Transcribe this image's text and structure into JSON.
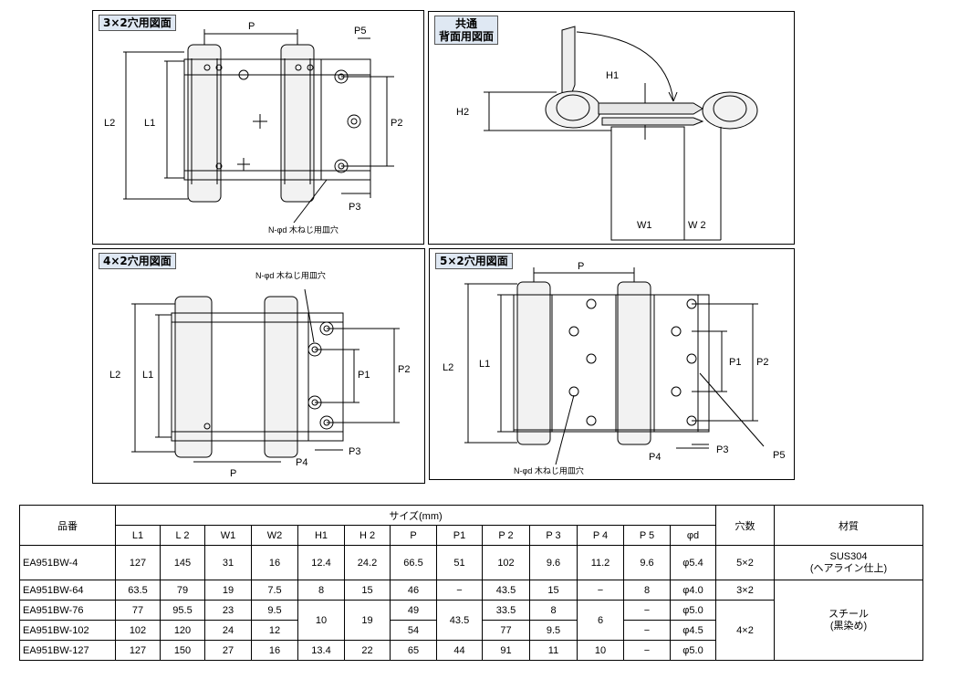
{
  "panels": {
    "p1": {
      "title": "3×2穴用図面",
      "dims": {
        "P": "P",
        "P5": "P5",
        "L2": "L2",
        "L1": "L1",
        "P2": "P2",
        "P3": "P3"
      },
      "note": "N-φd 木ねじ用皿穴"
    },
    "p2": {
      "title": "共通\n背面用図面",
      "dims": {
        "H1": "H1",
        "H2": "H2",
        "W1": "W1",
        "W2": "W 2"
      }
    },
    "p3": {
      "title": "4×2穴用図面",
      "dims": {
        "L2": "L2",
        "L1": "L1",
        "P1": "P1",
        "P2": "P2",
        "P3": "P3",
        "P4": "P4",
        "P": "P"
      },
      "note": "N-φd 木ねじ用皿穴"
    },
    "p4": {
      "title": "5×2穴用図面",
      "dims": {
        "P": "P",
        "L2": "L2",
        "L1": "L1",
        "P1": "P1",
        "P2": "P2",
        "P3": "P3",
        "P4": "P4",
        "P5": "P5"
      },
      "note": "N-φd 木ねじ用皿穴"
    }
  },
  "table": {
    "h_part": "品番",
    "h_size": "サイズ(mm)",
    "h_holes": "穴数",
    "h_material": "材質",
    "cols": [
      "L1",
      "L 2",
      "W1",
      "W2",
      "H1",
      "H 2",
      "P",
      "P1",
      "P 2",
      "P 3",
      "P 4",
      "P 5",
      "φd"
    ],
    "r1": {
      "part": "EA951BW-4",
      "v": [
        "127",
        "145",
        "31",
        "16",
        "12.4",
        "24.2",
        "66.5",
        "51",
        "102",
        "9.6",
        "11.2",
        "9.6",
        "φ5.4"
      ],
      "holes": "5×2",
      "mat1": "SUS304",
      "mat2": "(ヘアライン仕上)"
    },
    "r2": {
      "part": "EA951BW-64",
      "v": [
        "63.5",
        "79",
        "19",
        "7.5",
        "8",
        "15",
        "46",
        "−",
        "43.5",
        "15",
        "−",
        "8",
        "φ4.0"
      ],
      "holes": "3×2"
    },
    "r3": {
      "part": "EA951BW-76",
      "v": [
        "77",
        "95.5",
        "23",
        "9.5",
        "49",
        "33.5",
        "8",
        "−",
        "φ5.0"
      ]
    },
    "r4": {
      "part": "EA951BW-102",
      "v": [
        "102",
        "120",
        "24",
        "12",
        "54",
        "77",
        "9.5",
        "−",
        "φ4.5"
      ]
    },
    "r5": {
      "part": "EA951BW-127",
      "v": [
        "127",
        "150",
        "27",
        "16",
        "13.4",
        "22",
        "65",
        "44",
        "91",
        "11",
        "10",
        "−",
        "φ5.0"
      ]
    },
    "merged": {
      "h1": "10",
      "h2": "19",
      "p1": "43.5",
      "p4": "6",
      "holes": "4×2",
      "mat1": "スチール",
      "mat2": "(黒染め)"
    }
  }
}
